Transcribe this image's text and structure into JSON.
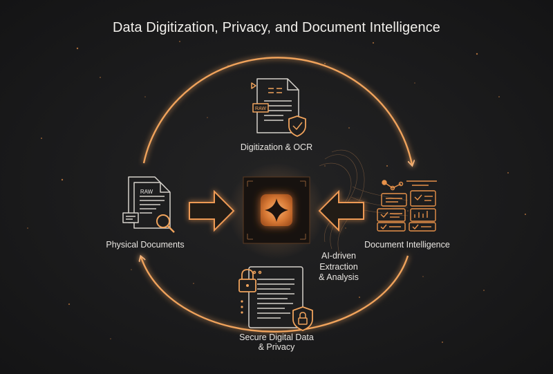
{
  "title": "Data Digitization, Privacy, and Document Intelligence",
  "nodes": {
    "digitization": {
      "label": "Digitization & OCR",
      "badge": "RAW"
    },
    "physical": {
      "label": "Physical Documents",
      "badge": "RAW"
    },
    "intelligence": {
      "label": "Document Intelligence"
    },
    "ai": {
      "lines": [
        "AI-driven",
        "Extraction",
        "& Analysis"
      ]
    },
    "secure": {
      "lines": [
        "Secure Digital Data",
        "& Privacy"
      ]
    }
  },
  "colors": {
    "background": "#1b1b1c",
    "accent": "#f0a35c",
    "accent_glow": "#e8843a",
    "text": "#e9e6e2",
    "icon_line": "#d6d2cc"
  },
  "icons": {
    "digitization": "document-shield-icon",
    "physical": "documents-magnifier-icon",
    "intelligence": "dashboard-icon",
    "center": "ai-chip-icon",
    "secure": "lock-document-icon"
  }
}
